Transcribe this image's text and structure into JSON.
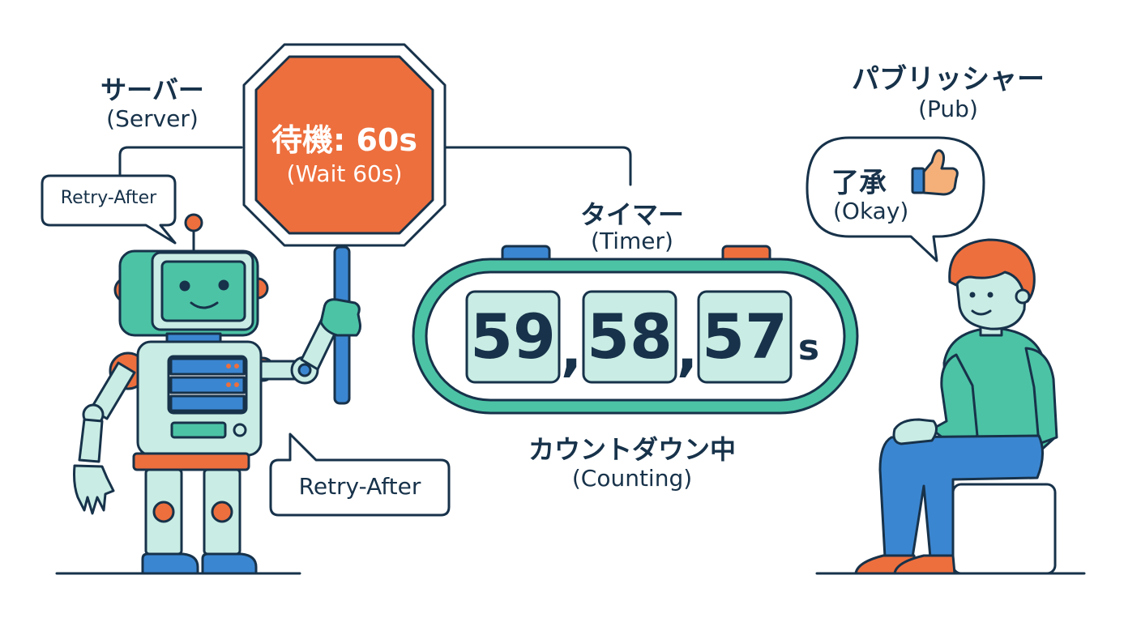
{
  "server": {
    "label_jp": "サーバー",
    "label_en": "(Server)"
  },
  "publisher": {
    "label_jp": "パブリッシャー",
    "label_en": "(Pub)"
  },
  "stop_sign": {
    "title": "待機: 60s",
    "subtitle": "(Wait 60s)"
  },
  "timer": {
    "label_jp": "タイマー",
    "label_en": "(Timer)",
    "digits": [
      "59",
      "58",
      "57"
    ],
    "separator": ",",
    "unit": "s",
    "status_jp": "カウントダウン中",
    "status_en": "(Counting)"
  },
  "bubbles": {
    "header": "Retry-After",
    "robot": "Retry-After",
    "publisher_jp": "了承",
    "publisher_en": "(Okay)",
    "publisher_icon": "thumbs-up-icon"
  },
  "colors": {
    "outline": "#17324a",
    "orange": "#ed6f3d",
    "teal": "#4cc3a5",
    "light_teal": "#c9ece4",
    "blue": "#3b86d1"
  }
}
